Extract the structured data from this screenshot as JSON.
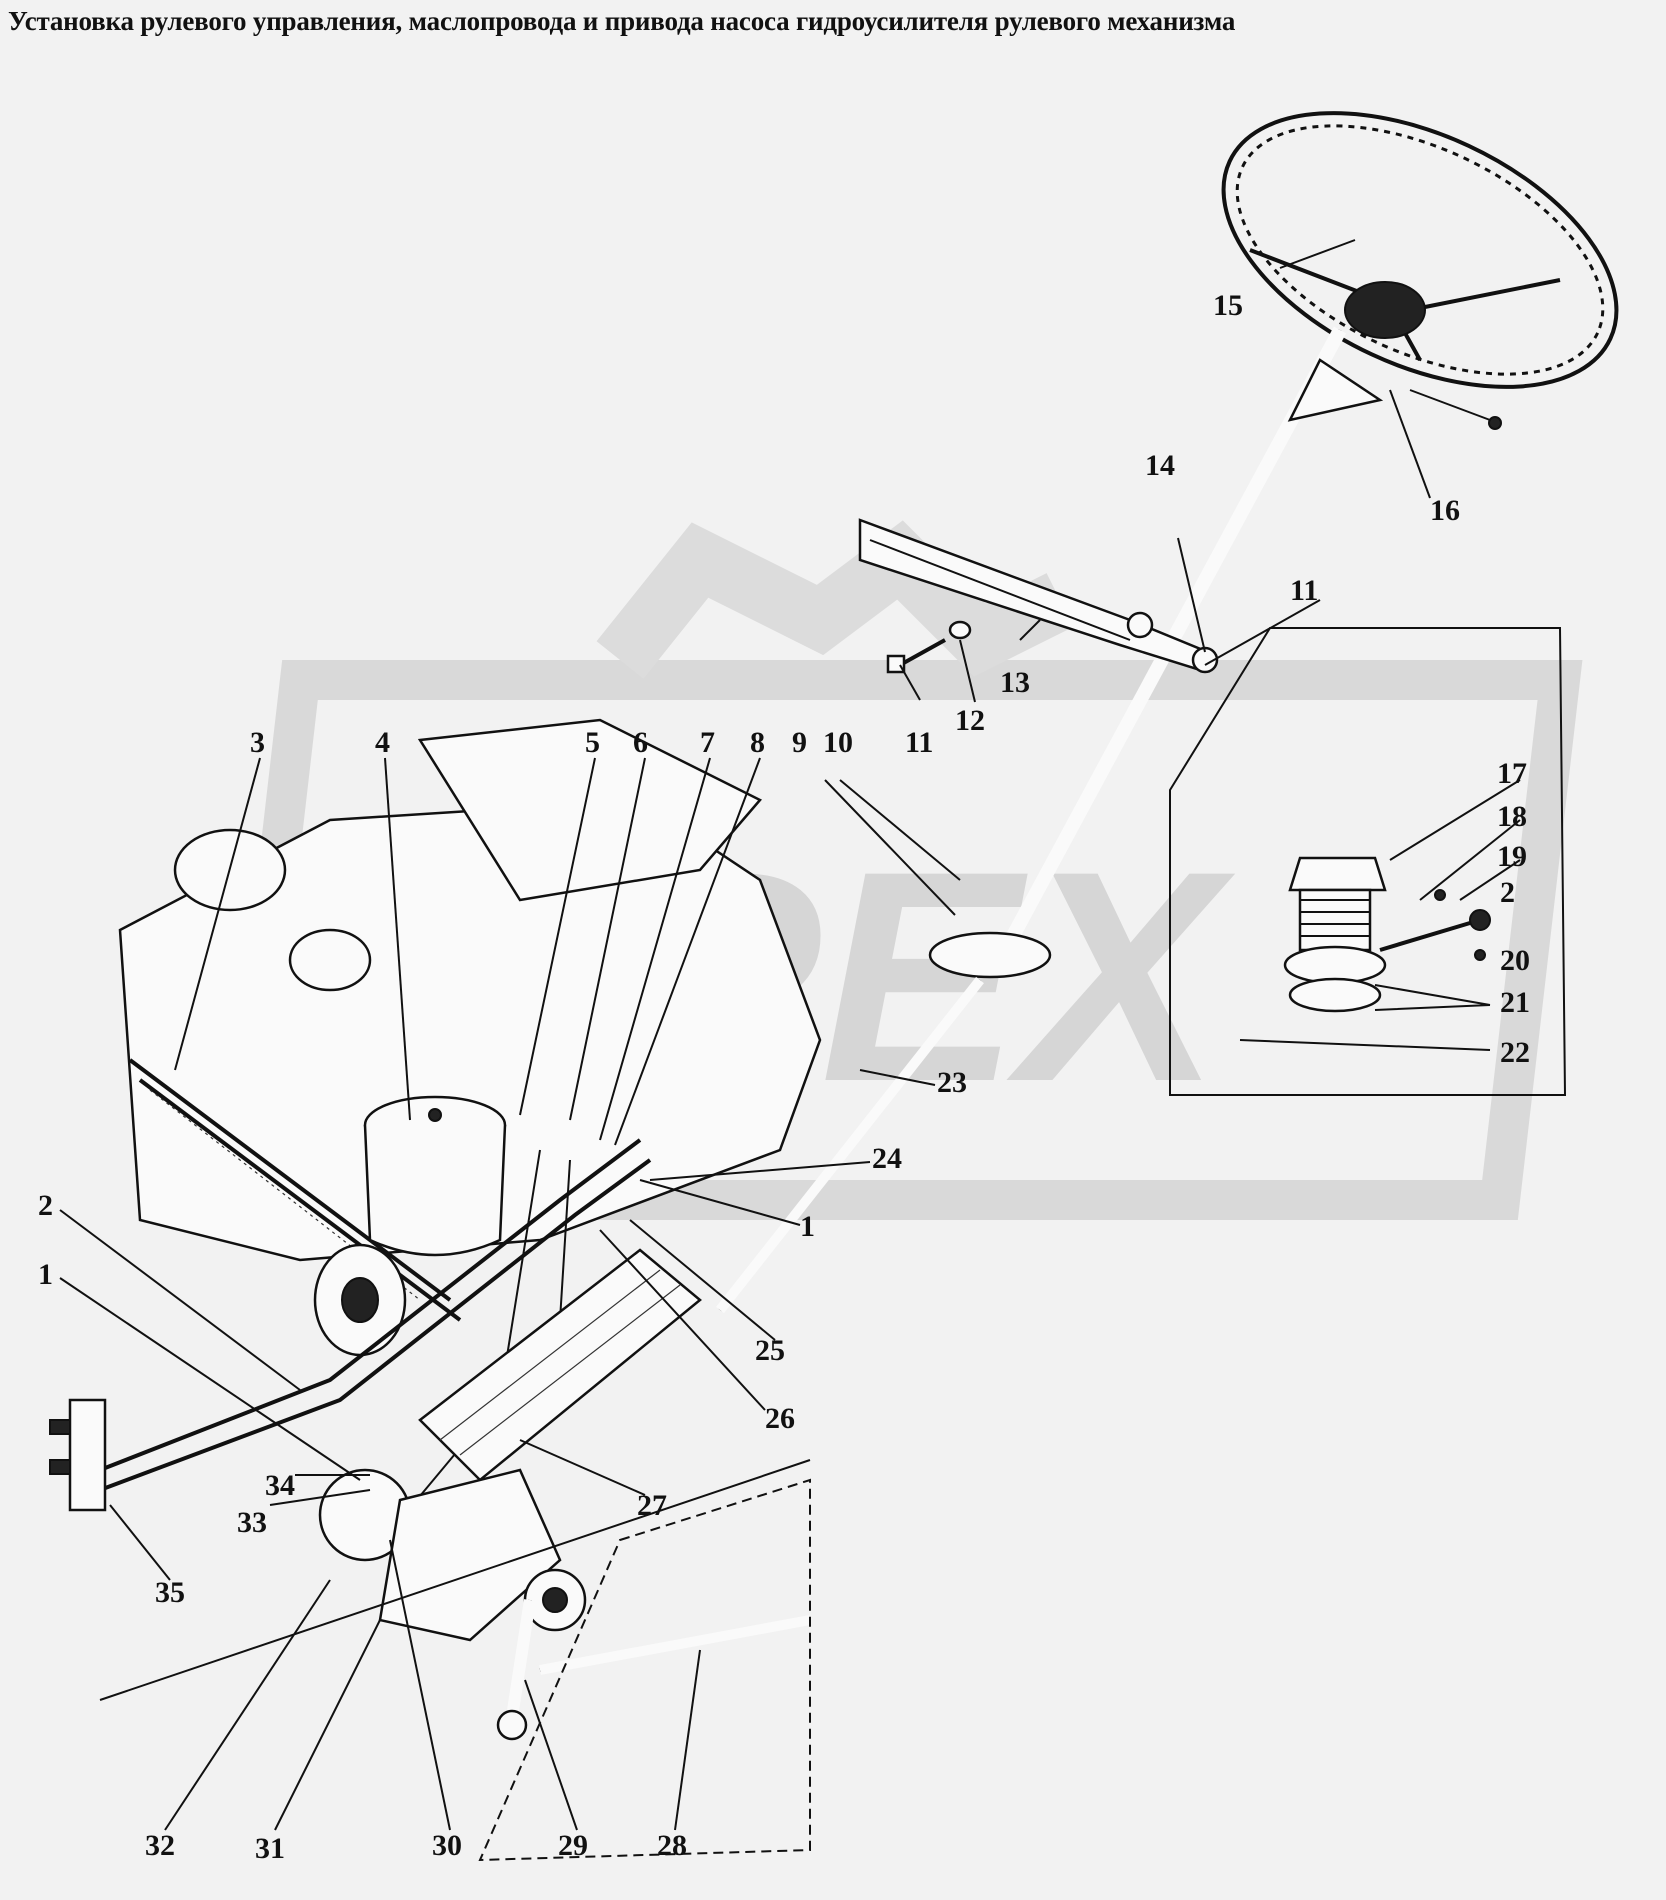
{
  "title": "Установка рулевого управления, маслопровода и привода насоса гидроусилителя рулевого механизма",
  "watermark": "PEX",
  "colors": {
    "background": "#f2f2f2",
    "ink": "#111111",
    "watermark": "#d6d6d6"
  },
  "callouts": [
    "1",
    "1",
    "1",
    "2",
    "2",
    "3",
    "4",
    "5",
    "6",
    "7",
    "8",
    "9",
    "10",
    "11",
    "11",
    "12",
    "13",
    "14",
    "15",
    "16",
    "17",
    "18",
    "19",
    "20",
    "21",
    "22",
    "23",
    "24",
    "25",
    "26",
    "27",
    "28",
    "29",
    "30",
    "31",
    "32",
    "33",
    "34",
    "35"
  ]
}
